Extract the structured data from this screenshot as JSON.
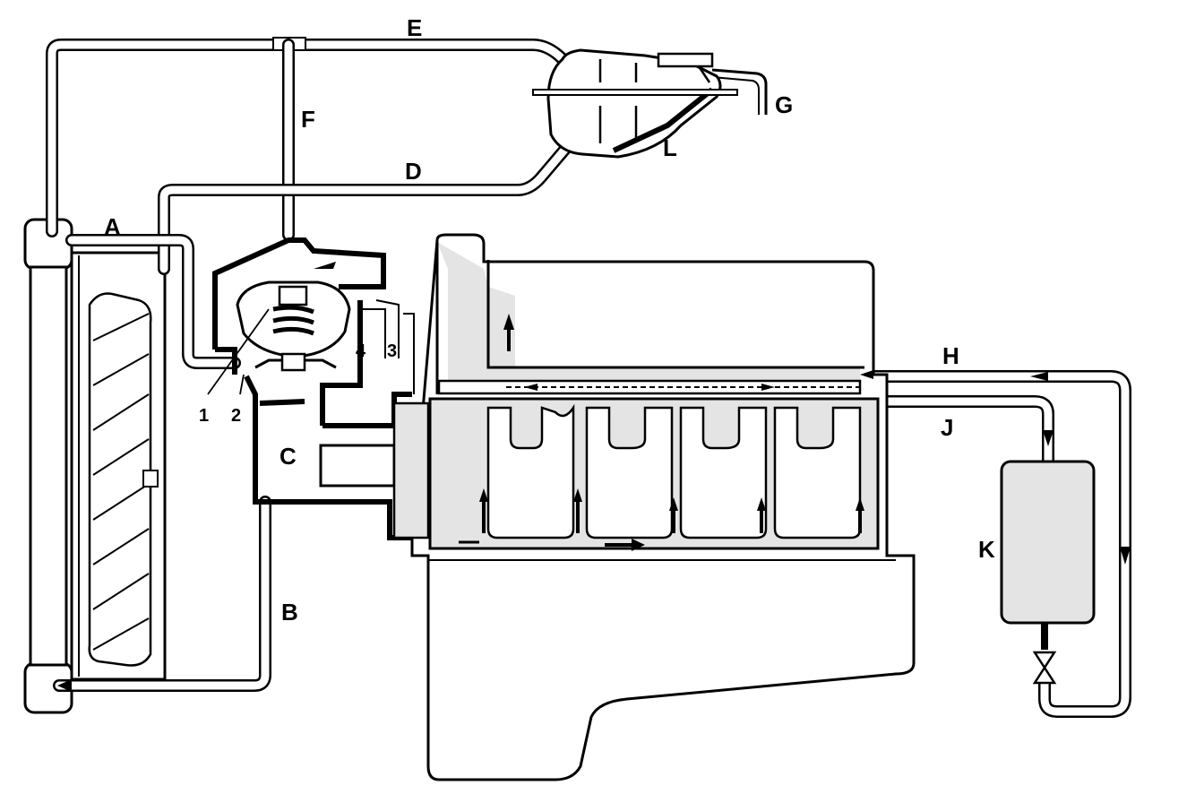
{
  "labels": {
    "A": "A",
    "B": "B",
    "C": "C",
    "D": "D",
    "E": "E",
    "F": "F",
    "G": "G",
    "H": "H",
    "J": "J",
    "K": "K",
    "L": "L",
    "n1": "1",
    "n2": "2",
    "n3": "3",
    "n4": "4"
  },
  "colors": {
    "line": "#000000",
    "coolant_fill": "#e4e4e4",
    "background": "#ffffff"
  }
}
